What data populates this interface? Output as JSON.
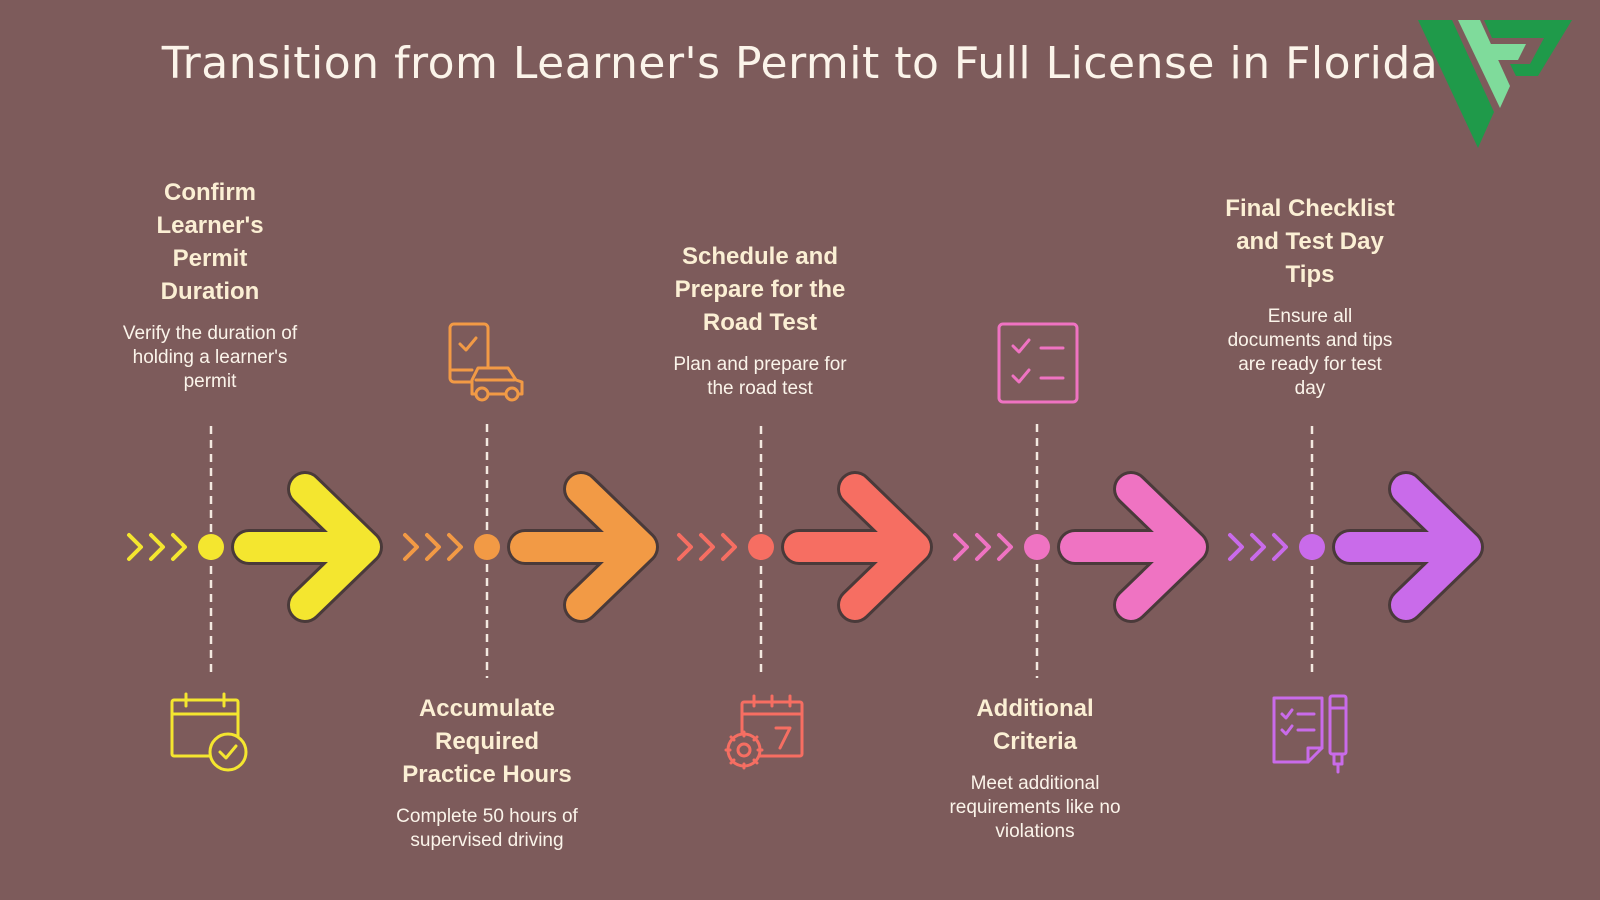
{
  "title": "Transition from Learner's Permit to Full License in Florida",
  "logo": {
    "name": "vp-logo",
    "colors": [
      "#1f9a4a",
      "#7fdb9b"
    ]
  },
  "steps": [
    {
      "heading": "Confirm Learner's Permit Duration",
      "description": "Verify the duration of holding a learner's permit",
      "color": "#f4e62f",
      "icon": "calendar-check-icon",
      "text_position": "top"
    },
    {
      "heading": "Accumulate Required Practice Hours",
      "description": "Complete 50 hours of supervised driving",
      "color": "#f29a45",
      "icon": "phone-car-icon",
      "text_position": "bottom"
    },
    {
      "heading": "Schedule and Prepare for the Road Test",
      "description": "Plan and prepare for the road test",
      "color": "#f66e62",
      "icon": "calendar-gear-icon",
      "text_position": "top"
    },
    {
      "heading": "Additional Criteria",
      "description": "Meet additional requirements like no violations",
      "color": "#ef73c2",
      "icon": "checklist-icon",
      "text_position": "bottom"
    },
    {
      "heading": "Final Checklist and Test Day Tips",
      "description": "Ensure all documents and tips are ready for test day",
      "color": "#c96bea",
      "icon": "clipboard-pen-icon",
      "text_position": "top"
    }
  ]
}
